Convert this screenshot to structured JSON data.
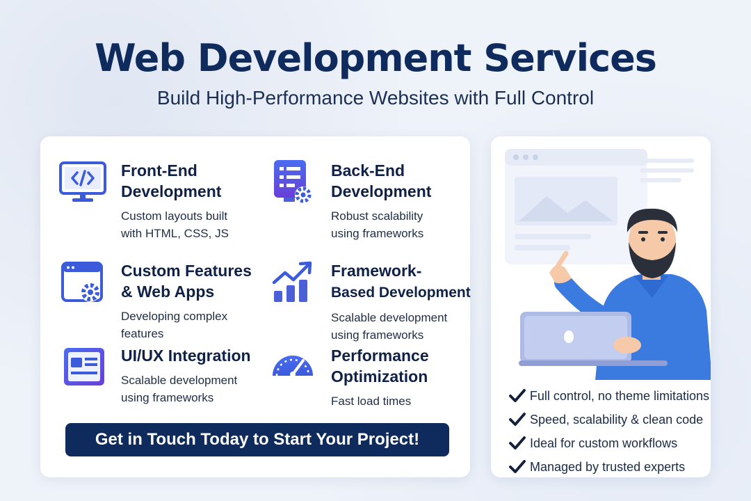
{
  "header": {
    "title": "Web Development Services",
    "subtitle": "Build High-Performance Websites with Full Control"
  },
  "services": [
    {
      "title_line1": "Front-End",
      "title_line2": "Development",
      "desc_line1": "Custom layouts built",
      "desc_line2": "with HTML, CSS, JS",
      "icon": "code-monitor-icon"
    },
    {
      "title_line1": "Back-End",
      "title_line2": "Development",
      "desc_line1": "Robust scalability",
      "desc_line2": "using frameworks",
      "icon": "server-gear-icon"
    },
    {
      "title_line1": "Custom Features",
      "title_line2": "& Web Apps",
      "desc_line1": "Developing complex",
      "desc_line2": "features",
      "icon": "browser-gear-icon"
    },
    {
      "title_line1": "Framework-",
      "title_line2": "Based Development",
      "desc_line1": "Scalable development",
      "desc_line2": "using frameworks",
      "icon": "growth-chart-icon"
    },
    {
      "title_line1": "UI/UX Integration",
      "title_line2": "",
      "desc_line1": "Scalable development",
      "desc_line2": "using frameworks",
      "icon": "layout-card-icon"
    },
    {
      "title_line1": "Performance",
      "title_line2": "Optimization",
      "desc_line1": "Fast load times",
      "desc_line2": "",
      "icon": "speedometer-icon"
    }
  ],
  "cta": {
    "label": "Get in Touch Today to Start Your Project!"
  },
  "benefits": [
    "Full control, no theme limitations",
    "Speed, scalability & clean code",
    "Ideal for custom workflows",
    "Managed by trusted experts"
  ],
  "colors": {
    "navy": "#0f2a5c",
    "icon_blue": "#3b5bdb",
    "shirt_blue": "#3b7be0",
    "background": "#eef2f9"
  }
}
